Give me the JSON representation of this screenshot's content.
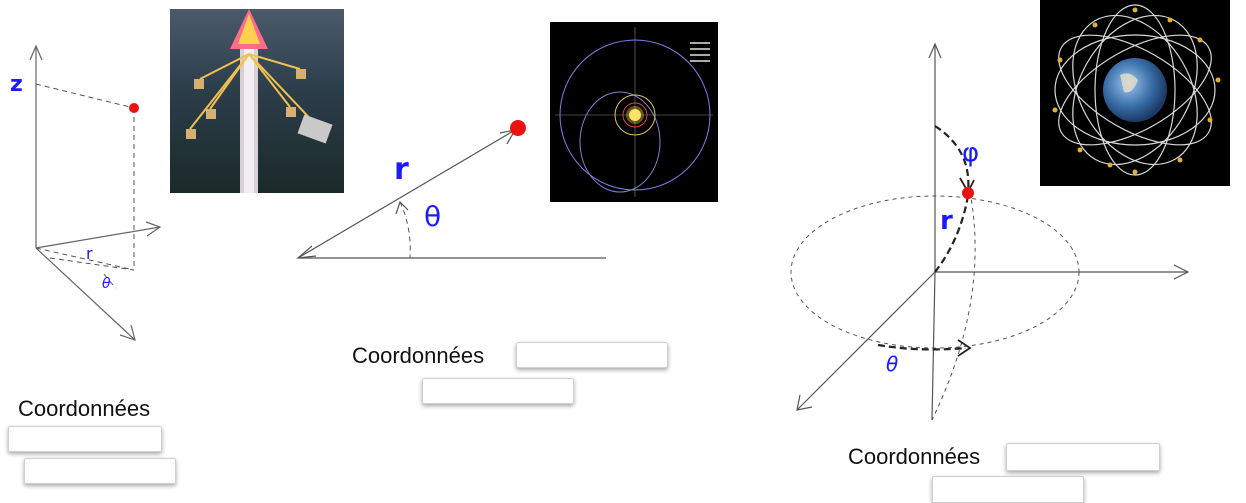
{
  "cylindrical": {
    "caption": "Coordonnées",
    "symbols": {
      "z": "z",
      "r": "r",
      "theta": "θ"
    }
  },
  "polar": {
    "caption": "Coordonnées",
    "symbols": {
      "r": "r",
      "theta": "θ"
    }
  },
  "spherical": {
    "caption": "Coordonnées",
    "symbols": {
      "phi": "φ",
      "r": "r",
      "theta": "θ"
    }
  },
  "colors": {
    "point": "#ee1111",
    "symbol": "#1a1aff",
    "axis": "#555555"
  }
}
